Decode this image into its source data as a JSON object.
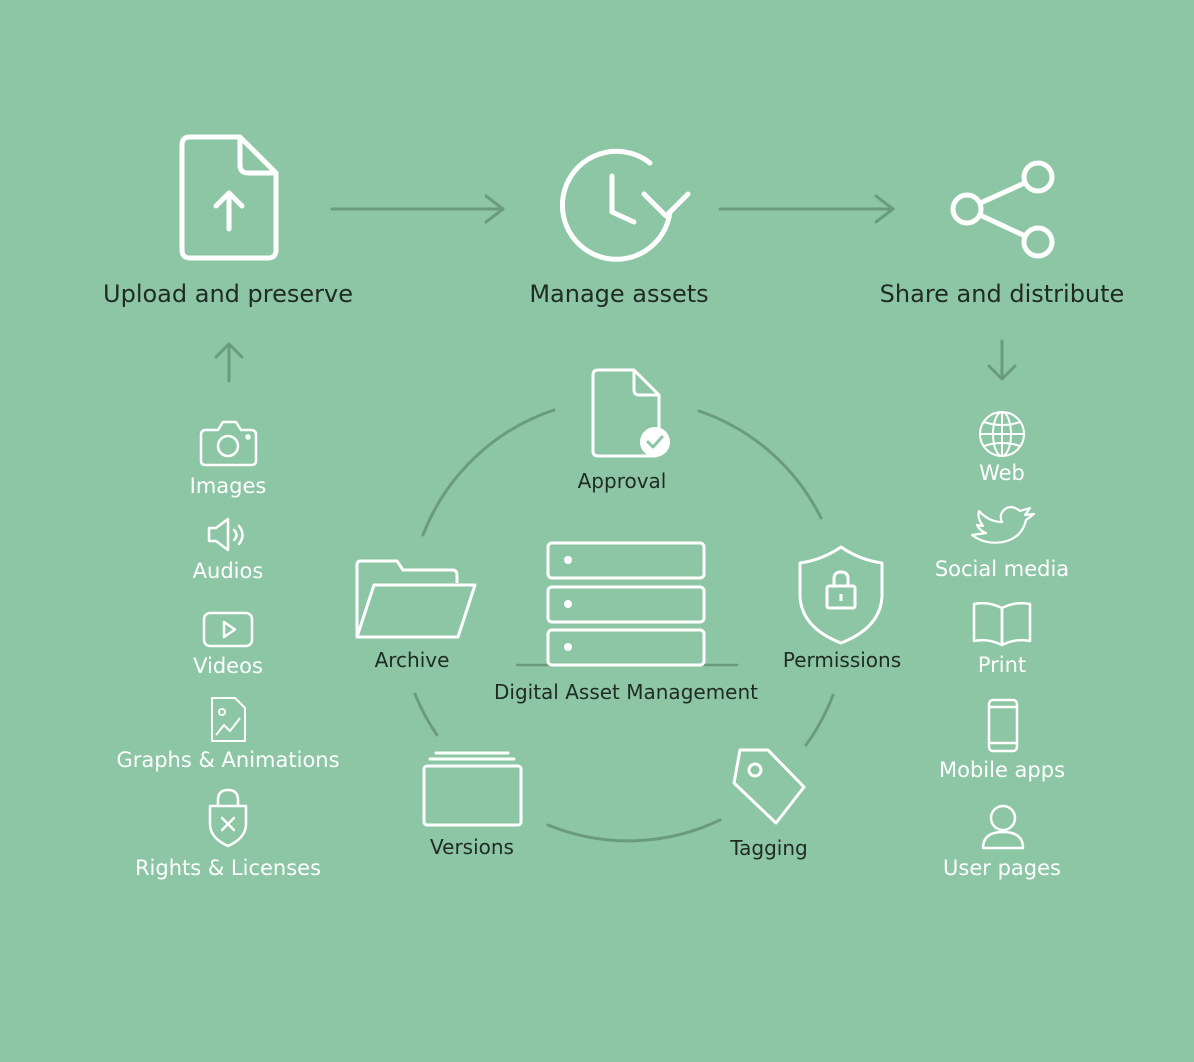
{
  "colors": {
    "background": "#8dc6a4",
    "icon": "#ffffff",
    "connector": "#6a9c7c",
    "heading_text": "#1f2b24",
    "inner_label_text": "#1f2b24",
    "side_label_text": "#ffffff"
  },
  "flow": {
    "upload": {
      "label": "Upload and preserve",
      "icon": "file-upload-icon"
    },
    "manage": {
      "label": "Manage assets",
      "icon": "clock-refresh-icon"
    },
    "share": {
      "label": "Share and distribute",
      "icon": "share-icon"
    }
  },
  "sources": [
    {
      "label": "Images",
      "icon": "camera-icon"
    },
    {
      "label": "Audios",
      "icon": "speaker-icon"
    },
    {
      "label": "Videos",
      "icon": "play-icon"
    },
    {
      "label": "Graphs & Animations",
      "icon": "graph-file-icon"
    },
    {
      "label": "Rights & Licenses",
      "icon": "lock-shield-icon"
    }
  ],
  "outputs": [
    {
      "label": "Web",
      "icon": "globe-icon"
    },
    {
      "label": "Social media",
      "icon": "bird-icon"
    },
    {
      "label": "Print",
      "icon": "book-icon"
    },
    {
      "label": "Mobile apps",
      "icon": "phone-icon"
    },
    {
      "label": "User pages",
      "icon": "user-icon"
    }
  ],
  "cycle": {
    "center": {
      "label": "Digital Asset Management",
      "icon": "server-icon"
    },
    "nodes": {
      "approval": {
        "label": "Approval",
        "icon": "file-check-icon"
      },
      "permissions": {
        "label": "Permissions",
        "icon": "shield-lock-icon"
      },
      "tagging": {
        "label": "Tagging",
        "icon": "tag-icon"
      },
      "versions": {
        "label": "Versions",
        "icon": "stack-icon"
      },
      "archive": {
        "label": "Archive",
        "icon": "folder-icon"
      }
    }
  }
}
